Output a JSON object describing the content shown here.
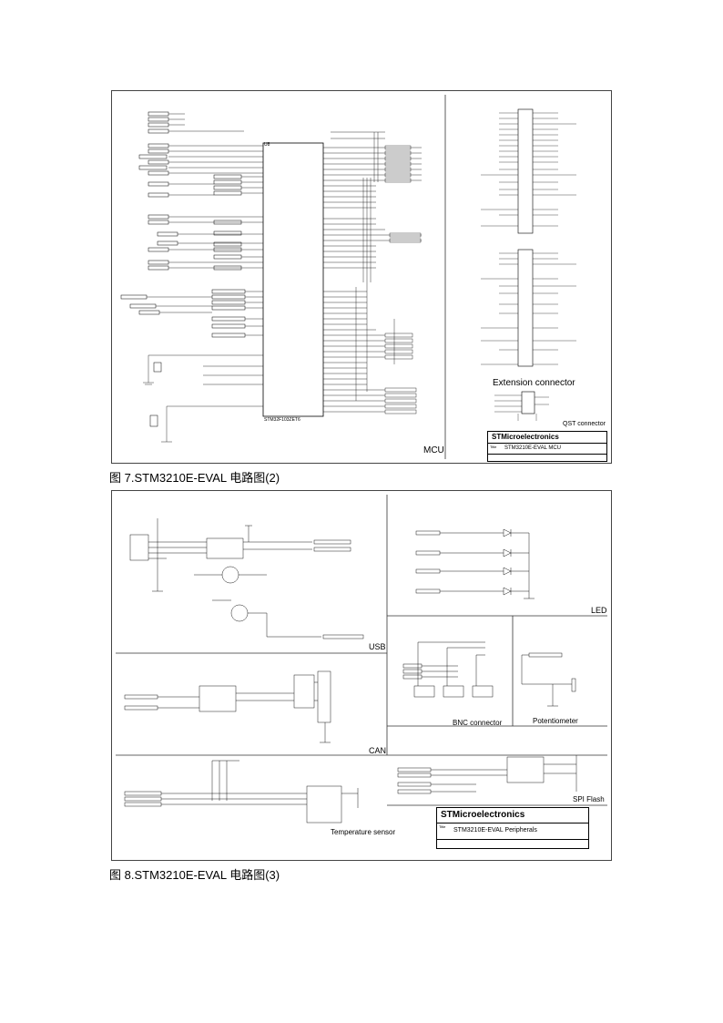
{
  "figure1": {
    "caption": "图 7.STM3210E-EVAL 电路图(2)",
    "block_labels": {
      "mcu": "MCU",
      "extension": "Extension connector",
      "qst": "QST connector"
    },
    "title_block": {
      "company": "STMicroelectronics",
      "title_prefix": "Title",
      "title": "STM3210E-EVAL MCU"
    }
  },
  "figure2": {
    "caption": "图 8.STM3210E-EVAL 电路图(3)",
    "block_labels": {
      "usb": "USB",
      "led": "LED",
      "can": "CAN",
      "bnc": "BNC connector",
      "pot": "Potentiometer",
      "spi": "SPI Flash",
      "temp": "Temperature sensor"
    },
    "title_block": {
      "company": "STMicroelectronics",
      "title_prefix": "Title",
      "title": "STM3210E-EVAL Peripherals"
    }
  }
}
